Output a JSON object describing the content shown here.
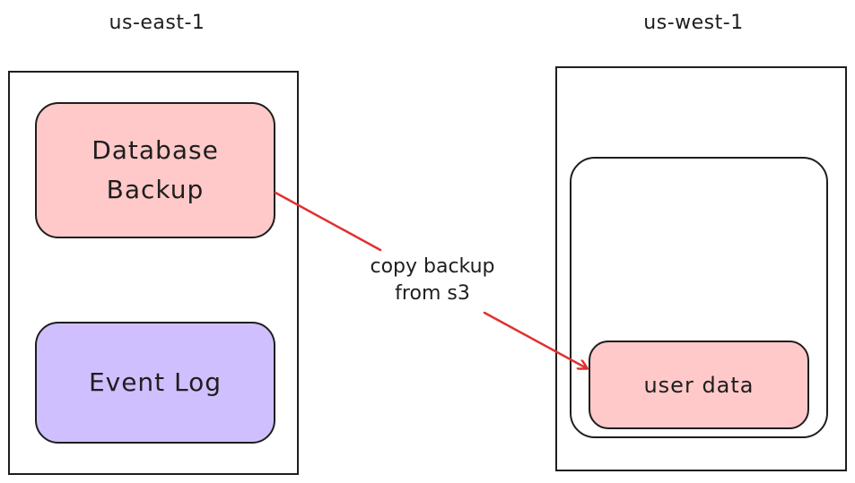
{
  "regions": [
    {
      "label": "us-east-1"
    },
    {
      "label": "us-west-1"
    }
  ],
  "nodes": {
    "database_backup": {
      "label": "Database\nBackup",
      "fill": "#ffc9c9"
    },
    "event_log": {
      "label": "Event Log",
      "fill": "#d0bfff"
    },
    "user_data": {
      "label": "user data",
      "fill": "#ffc9c9"
    }
  },
  "edge": {
    "label": "copy backup\nfrom s3",
    "color": "#e03131"
  }
}
